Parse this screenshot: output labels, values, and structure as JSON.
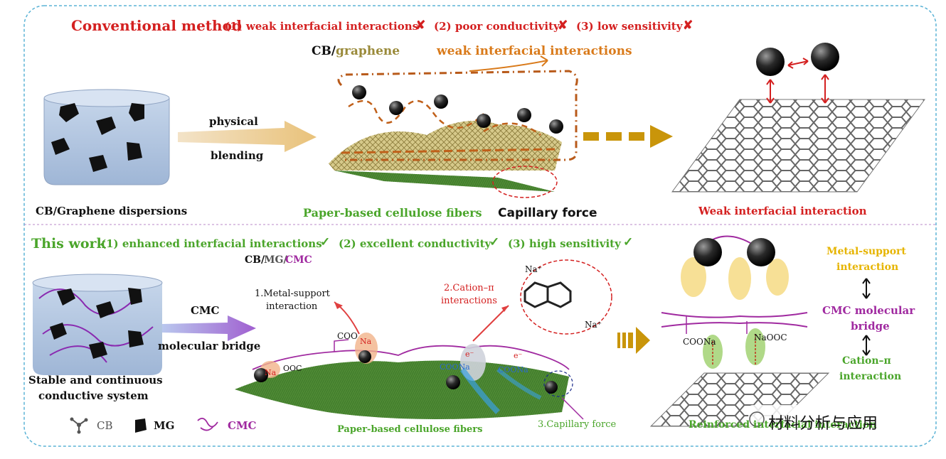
{
  "conventional": {
    "heading": "Conventional method",
    "issue1": "(1) weak interfacial interactions",
    "issue2": "(2) poor conductivity",
    "issue3": "(3) low sensitivity",
    "cross": "✘",
    "cb_label": "CB/",
    "graphene_label": "graphene",
    "weak_label": "weak interfacial interactions",
    "physical": "physical",
    "blending": "blending",
    "dispersions": "CB/Graphene dispersions",
    "paper_fibers": "Paper-based cellulose fibers",
    "capillary": "Capillary force",
    "weak_result": "Weak interfacial interaction"
  },
  "thiswork": {
    "heading": "This work",
    "gain1": "(1) enhanced interfacial interactions",
    "gain2": "(2) excellent conductivity",
    "gain3": "(3) high sensitivity",
    "check": "✓",
    "cb": "CB/",
    "mg": "MG/",
    "cmc": "CMC",
    "cmc_arrow": "CMC",
    "molecular_bridge": "molecular bridge",
    "stable1": "Stable and continuous",
    "stable2": "conductive system",
    "metal_support1": "1.Metal-support",
    "metal_support2": "interaction",
    "cation_pi1": "2.Cation–π",
    "cation_pi2": "interactions",
    "capillary3": "3.Capillary force",
    "paper_fibers": "Paper-based cellulose fibers",
    "coo_na": "COO",
    "na": "Na",
    "na_plus": "Na⁺",
    "ooc": "OOC",
    "coona": "COONa",
    "naooc": "NaOOC",
    "electron": "e⁻",
    "legend_cb": "CB",
    "legend_mg": "MG",
    "legend_cmc": "CMC",
    "right_metal1": "Metal-support",
    "right_metal2": "interaction",
    "right_cmc1": "CMC molecular",
    "right_cmc2": "bridge",
    "right_cation1": "Cation–π",
    "right_cation2": "interaction",
    "reinforced": "Reinforced interfacial interaction",
    "watermark": "材料分析与应用"
  },
  "colors": {
    "frame": "#5bb3d6",
    "red": "#d42020",
    "green": "#4aa52a",
    "purple": "#a02aa0",
    "orange": "#d97a1a",
    "gold": "#c9950a"
  }
}
